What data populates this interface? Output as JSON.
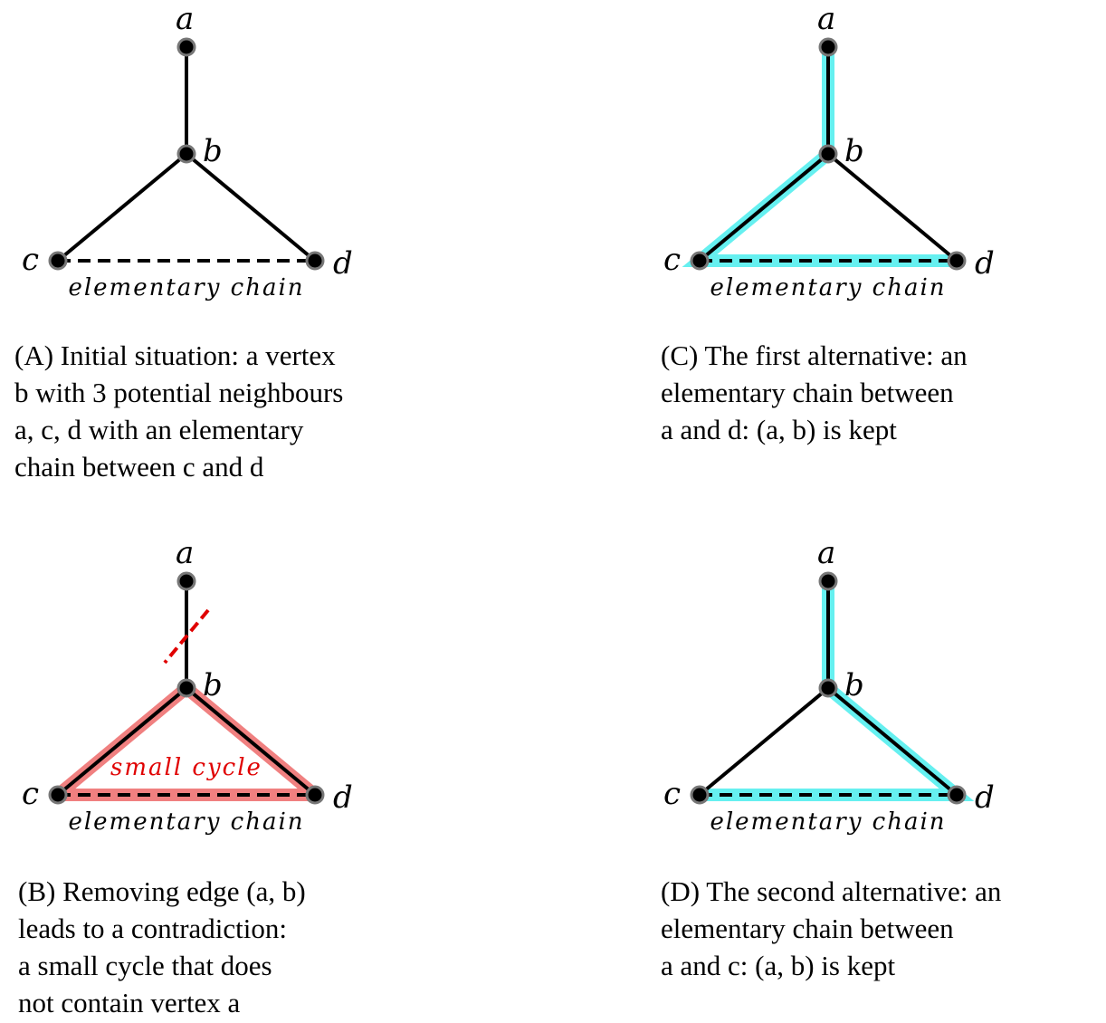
{
  "vertices": {
    "a": "a",
    "b": "b",
    "c": "c",
    "d": "d"
  },
  "chain_label": "elementary chain",
  "cycle_label": "small cycle",
  "colors": {
    "highlight": "#66f0f0",
    "cycle": "#f08080",
    "cut": "#e00000"
  },
  "panels": {
    "A": {
      "caption": [
        "(A) Initial situation: a vertex",
        "b with 3 potential neighbours",
        "a, c, d with an elementary",
        "chain between c and d"
      ]
    },
    "B": {
      "caption": [
        "(B) Removing edge (a, b)",
        "leads to a contradiction:",
        "a small cycle that does",
        "not contain vertex a"
      ]
    },
    "C": {
      "caption": [
        "(C) The first alternative: an",
        "elementary chain between",
        "a and d: (a, b) is kept"
      ]
    },
    "D": {
      "caption": [
        "(D) The second alternative: an",
        "elementary chain between",
        "a and c: (a, b) is kept"
      ]
    }
  }
}
